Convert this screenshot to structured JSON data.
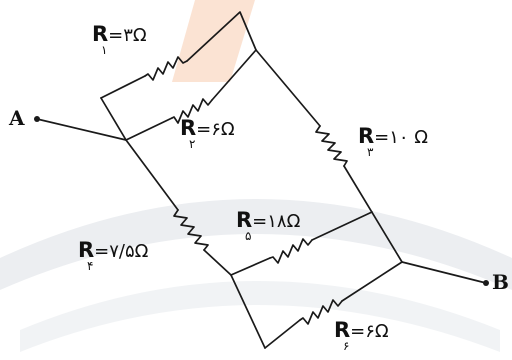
{
  "colors": {
    "wire": "#1a1a1a",
    "text": "#111111",
    "watermark_orange": "#fbe3d3",
    "watermark_gray": "#eceef1"
  },
  "terminals": {
    "a": "A",
    "b": "B"
  },
  "resistors": [
    {
      "id": "r1",
      "letter": "R",
      "sub": "۱",
      "value": "=۳Ω"
    },
    {
      "id": "r2",
      "letter": "R",
      "sub": "۲",
      "value": "=۶Ω"
    },
    {
      "id": "r3",
      "letter": "R",
      "sub": "۳",
      "value": "=۱۰ Ω"
    },
    {
      "id": "r4",
      "letter": "R",
      "sub": "۴",
      "value": "=۷/۵Ω"
    },
    {
      "id": "r5",
      "letter": "R",
      "sub": "۵",
      "value": "=۱۸Ω"
    },
    {
      "id": "r6",
      "letter": "R",
      "sub": "۶",
      "value": "=۶Ω"
    }
  ]
}
